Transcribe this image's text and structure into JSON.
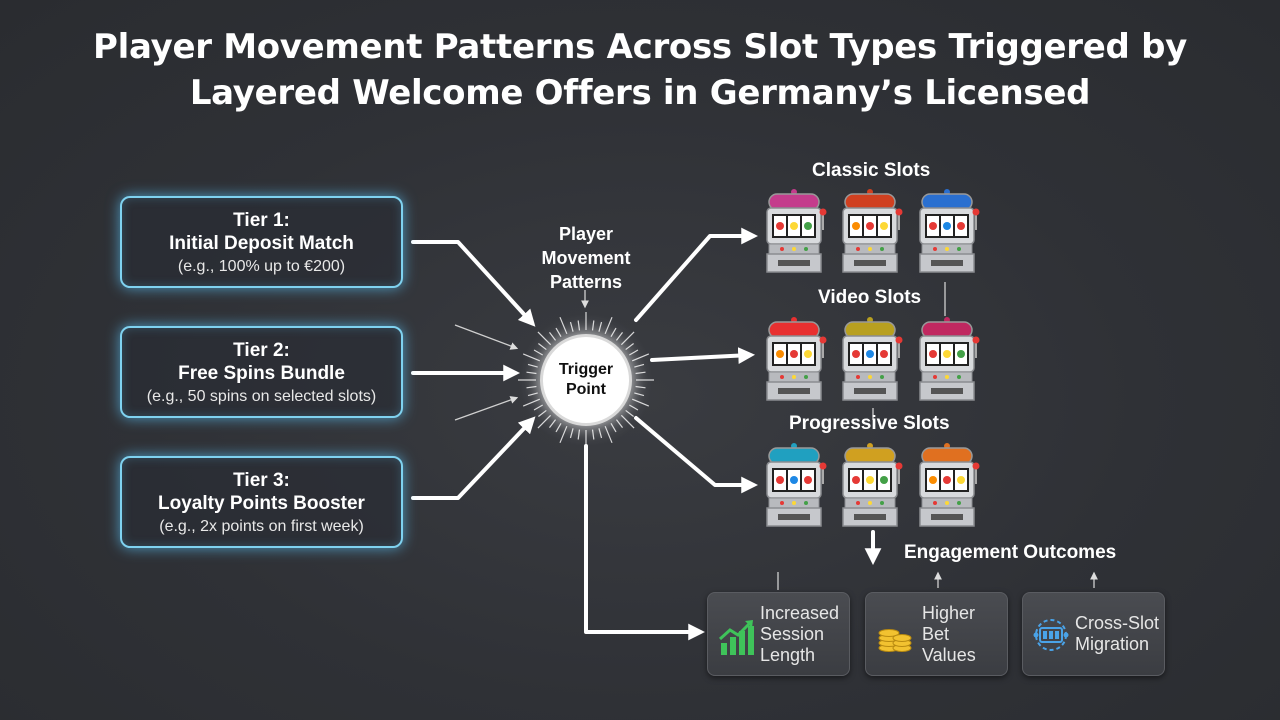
{
  "title": {
    "line1": "Player Movement Patterns Across Slot Types Triggered by",
    "line2": "Layered Welcome Offers in Germany’s Licensed"
  },
  "tiers": [
    {
      "tier": "Tier 1:",
      "name": "Initial Deposit Match",
      "detail": "(e.g., 100% up to €200)"
    },
    {
      "tier": "Tier 2:",
      "name": "Free Spins Bundle",
      "detail": "(e.g., 50 spins on selected slots)"
    },
    {
      "tier": "Tier 3:",
      "name": "Loyalty Points Booster",
      "detail": "(e.g., 2x points on first week)"
    }
  ],
  "center": {
    "label_line1": "Player",
    "label_line2": "Movement",
    "label_line3": "Patterns",
    "trigger_line1": "Trigger",
    "trigger_line2": "Point"
  },
  "slot_categories": [
    "Classic Slots",
    "Video Slots",
    "Progressive Slots"
  ],
  "engagement": {
    "heading": "Engagement Outcomes",
    "outcomes": [
      {
        "icon": "growth-chart-icon",
        "line1": "Increased",
        "line2": "Session",
        "line3": "Length"
      },
      {
        "icon": "coin-stack-icon",
        "line1": "Higher",
        "line2": "Bet",
        "line3": "Values"
      },
      {
        "icon": "slot-migration-icon",
        "line1": "Cross-Slot",
        "line2": "Migration"
      }
    ]
  },
  "colors": {
    "background": "#2f3136",
    "tier_glow": "#7fd2f0",
    "arrow": "#ffffff",
    "growth_icon": "#3fc35a",
    "coin_icon": "#f2c230",
    "migration_icon": "#4aa3e8"
  }
}
